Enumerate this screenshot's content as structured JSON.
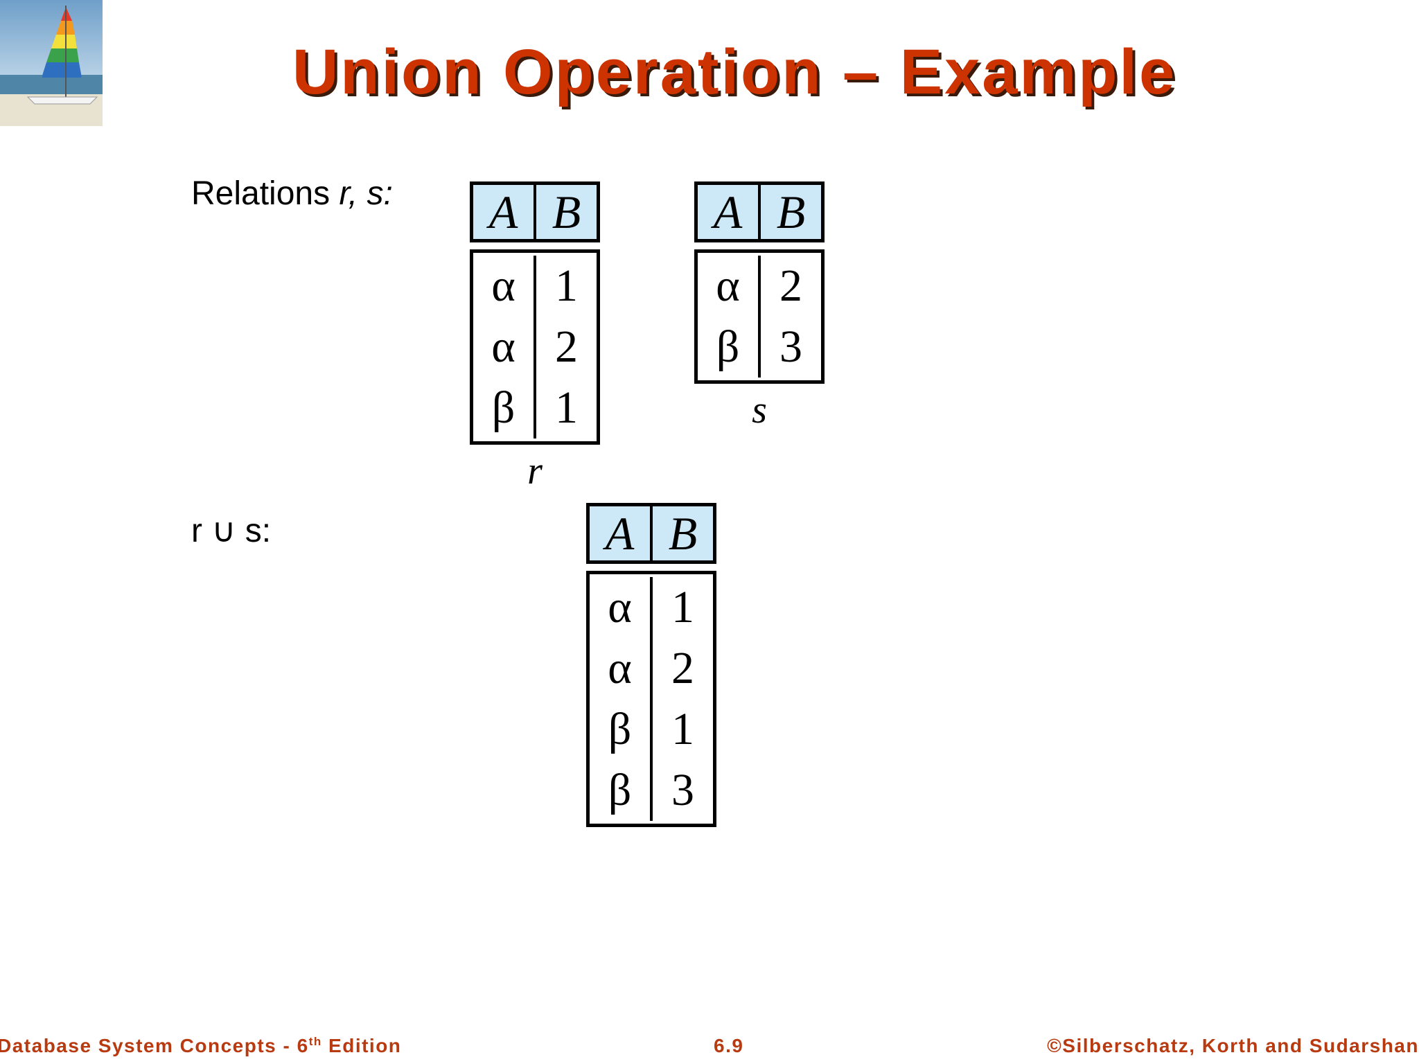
{
  "slide": {
    "title": "Union Operation – Example",
    "relations_label_prefix": "Relations ",
    "relations_label_names": "r, s:",
    "union_label": "r ∪ s:"
  },
  "relations": {
    "r": {
      "name": "r",
      "columns": [
        "A",
        "B"
      ],
      "rows": [
        [
          "α",
          "1"
        ],
        [
          "α",
          "2"
        ],
        [
          "β",
          "1"
        ]
      ]
    },
    "s": {
      "name": "s",
      "columns": [
        "A",
        "B"
      ],
      "rows": [
        [
          "α",
          "2"
        ],
        [
          "β",
          "3"
        ]
      ]
    },
    "union": {
      "columns": [
        "A",
        "B"
      ],
      "rows": [
        [
          "α",
          "1"
        ],
        [
          "α",
          "2"
        ],
        [
          "β",
          "1"
        ],
        [
          "β",
          "3"
        ]
      ]
    }
  },
  "footer": {
    "left_prefix": "Database System Concepts - 6",
    "left_sup": "th",
    "left_suffix": " Edition",
    "page": "6.9",
    "copyright": "©Silberschatz, Korth and Sudarshan"
  },
  "colors": {
    "title": "#cc3300",
    "header_fill": "#cde9f7",
    "footer": "#b83a10"
  },
  "icons": {
    "logo": "sailboat-logo-icon"
  }
}
